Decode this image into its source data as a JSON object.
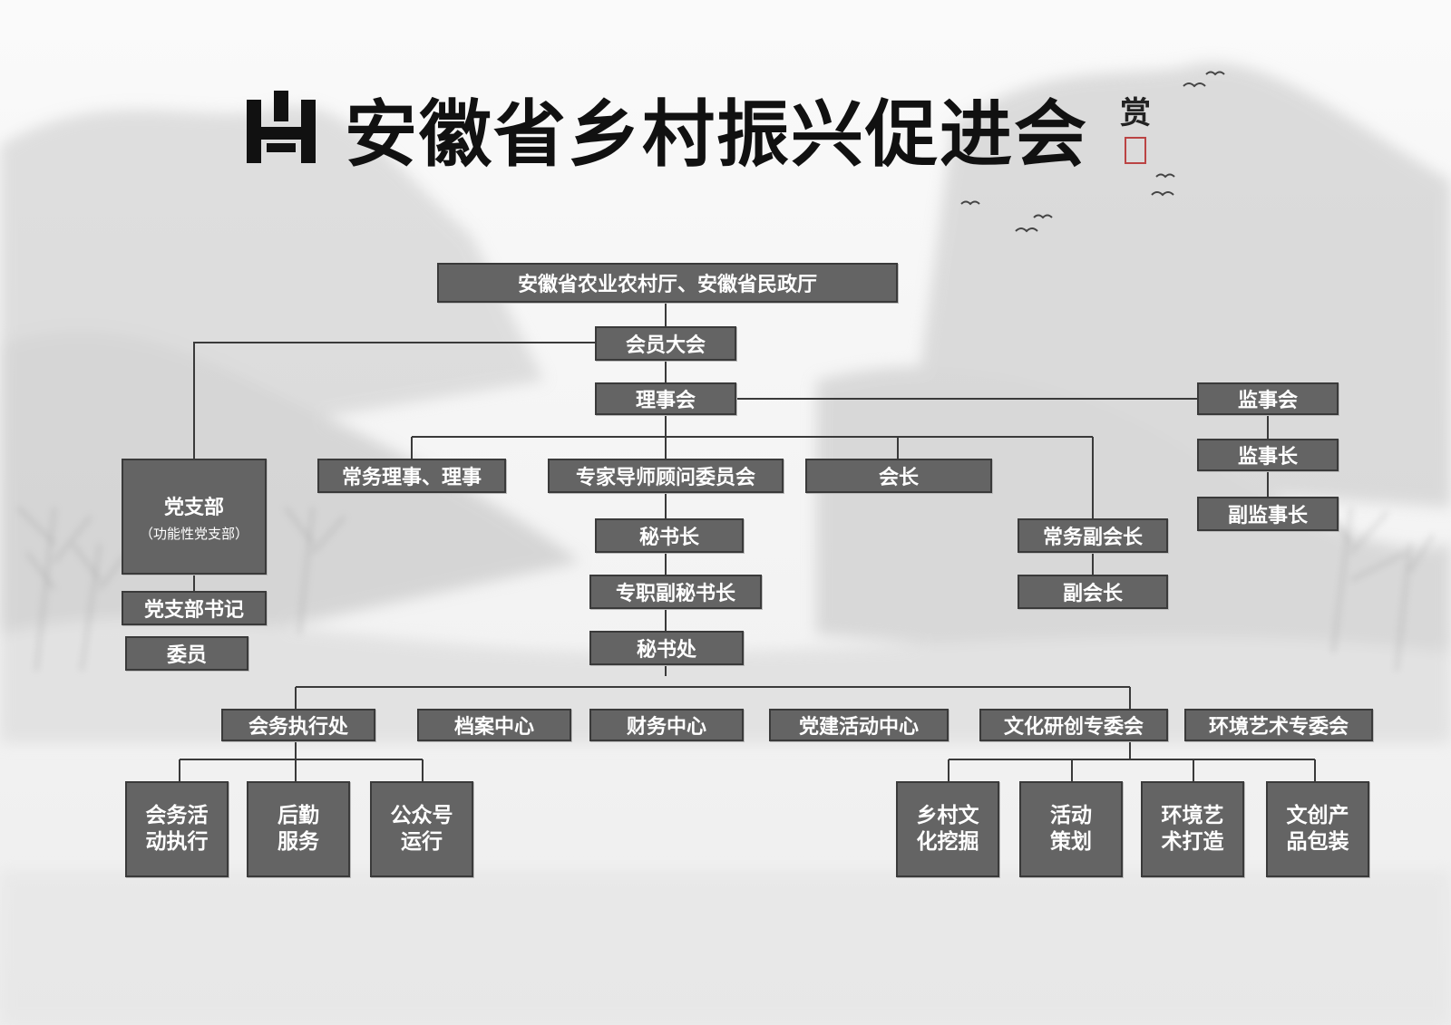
{
  "header": {
    "title": "安徽省乡村振兴促进会",
    "seal_text": "赏"
  },
  "org": {
    "supervisor": "安徽省农业农村厅、安徽省民政厅",
    "members_assembly": "会员大会",
    "council": "理事会",
    "supervisory_board": "监事会",
    "chief_supervisor": "监事长",
    "deputy_chief_supervisor": "副监事长",
    "party_branch": "党支部",
    "party_branch_note": "（功能性党支部）",
    "party_secretary": "党支部书记",
    "party_member": "委员",
    "standing_directors": "常务理事、理事",
    "expert_committee": "专家导师顾问委员会",
    "president": "会长",
    "executive_vp": "常务副会长",
    "vice_president": "副会长",
    "secretary_general": "秘书长",
    "deputy_secretary_general": "专职副秘书长",
    "secretariat": "秘书处",
    "departments": [
      "会务执行处",
      "档案中心",
      "财务中心",
      "党建活动中心",
      "文化研创专委会",
      "环境艺术专委会"
    ],
    "affairs_sub": [
      [
        "会务活",
        "动执行"
      ],
      [
        "后勤",
        "服务"
      ],
      [
        "公众号",
        "运行"
      ]
    ],
    "culture_sub": [
      [
        "乡村文",
        "化挖掘"
      ],
      [
        "活动",
        "策划"
      ],
      [
        "环境艺",
        "术打造"
      ],
      [
        "文创产",
        "品包装"
      ]
    ]
  },
  "colors": {
    "box_fill": "#646464",
    "box_border": "#3a3a3a",
    "line": "#3a3a3a",
    "text": "#ffffff"
  },
  "icons": [
    "logo-emblem-icon",
    "seal-stamp-icon",
    "flying-birds-icon"
  ]
}
